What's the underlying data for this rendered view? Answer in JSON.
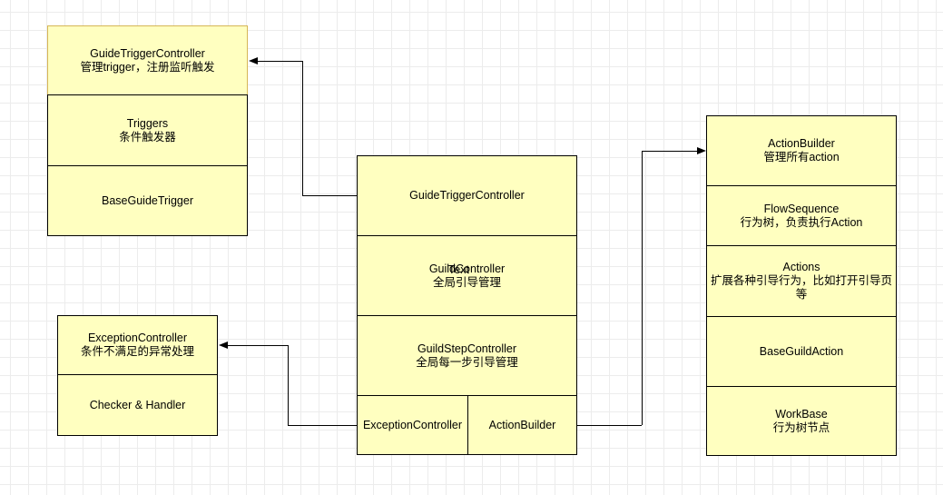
{
  "trigger_box": {
    "header": [
      "GuideTriggerController",
      "管理trigger，注册监听触发"
    ],
    "triggers": [
      "Triggers",
      "条件触发器"
    ],
    "base": "BaseGuideTrigger"
  },
  "exception_box": {
    "header": [
      "ExceptionController",
      "条件不满足的异常处理"
    ],
    "checker": "Checker & Handler"
  },
  "center_box": {
    "trigger_controller": "GuideTriggerController",
    "guild_controller": [
      "GuildController",
      "全局引导管理"
    ],
    "overlay_text": "Text",
    "step_controller": [
      "GuildStepController",
      "全局每一步引导管理"
    ],
    "exception_controller": "ExceptionController",
    "action_builder": "ActionBuilder"
  },
  "action_box": {
    "header": [
      "ActionBuilder",
      "管理所有action"
    ],
    "flow_sequence": [
      "FlowSequence",
      "行为树，负责执行Action"
    ],
    "actions": [
      "Actions",
      "扩展各种引导行为，比如打开引导页等"
    ],
    "base_action": "BaseGuildAction",
    "work_base": [
      "WorkBase",
      "行为树节点"
    ]
  },
  "colors": {
    "fill": "#ffffc0",
    "stroke": "#000000",
    "selected_stroke": "#d6b656",
    "grid": "#ececec"
  }
}
